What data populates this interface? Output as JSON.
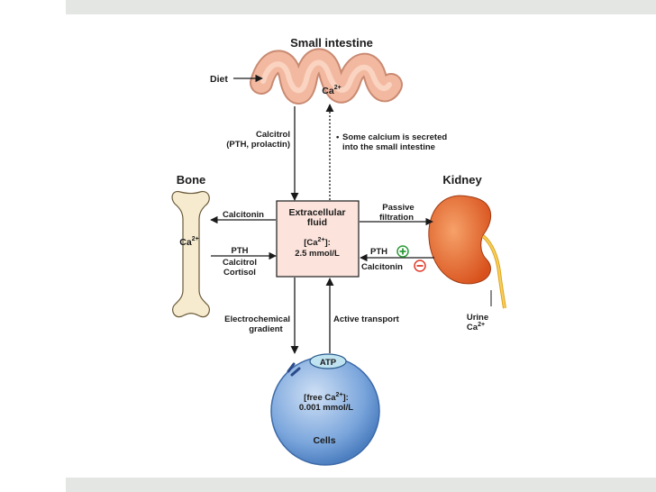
{
  "nodes": {
    "small_intestine": "Small intestine",
    "diet": "Diet",
    "intestine_ca": "Ca",
    "bone": "Bone",
    "bone_ca": "Ca",
    "kidney": "Kidney",
    "extracellular_line1": "Extracellular",
    "extracellular_line2": "fluid",
    "extracellular_conc_label": "[Ca",
    "extracellular_conc_tail": "]:",
    "extracellular_conc_value": "2.5 mmol/L",
    "atp": "ATP",
    "cells": "Cells",
    "cell_conc_label": "[free Ca",
    "cell_conc_tail": "]:",
    "cell_conc_value": "0.001 mmol/L",
    "urine_line1": "Urine",
    "urine_line2": "Ca",
    "ion_charge": "2+"
  },
  "edges": {
    "calcitrol_line1": "Calcitrol",
    "calcitrol_line2": "(PTH, prolactin)",
    "secreted_line1": "Some calcium is secreted",
    "secreted_line2": "into the small intestine",
    "bullet": "•",
    "calcitonin_bone": "Calcitonin",
    "pth_bone": "PTH",
    "calcitrol_bone": "Calcitrol",
    "cortisol_bone": "Cortisol",
    "passive_line1": "Passive",
    "passive_line2": "filtration",
    "pth_kidney": "PTH",
    "calcitonin_kidney": "Calcitonin",
    "electro_line1": "Electrochemical",
    "electro_line2": "gradient",
    "active_transport": "Active transport"
  },
  "colors": {
    "intestine": "#f2b9a0",
    "bone": "#f7ebcf",
    "kidney": "#e15a1e",
    "cell": "#6f9fd8",
    "atp": "#bfe3f0",
    "box": "#fce4dc",
    "plus": "#2e9b3a",
    "minus": "#e03a2a"
  }
}
